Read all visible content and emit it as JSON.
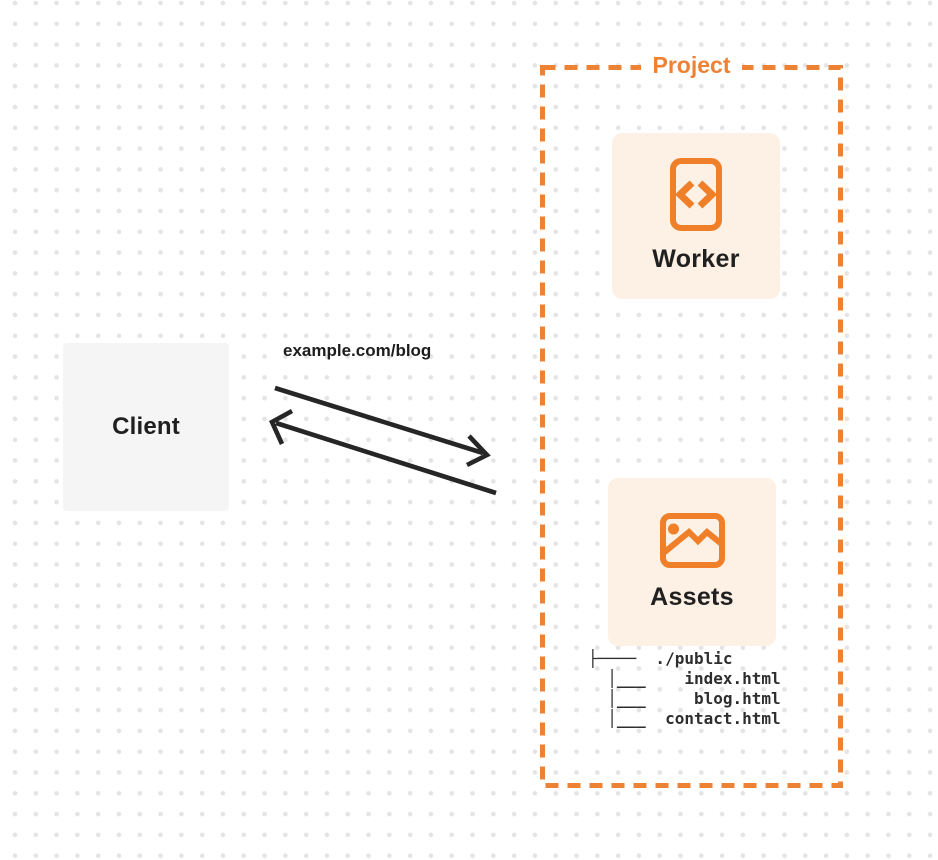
{
  "diagram": {
    "client": {
      "label": "Client"
    },
    "request": {
      "url_label": "example.com/blog"
    },
    "project": {
      "title": "Project",
      "worker": {
        "label": "Worker",
        "icon": "code-icon"
      },
      "assets": {
        "label": "Assets",
        "icon": "image-icon"
      },
      "file_tree": [
        "├────  ./public",
        "  │___    index.html",
        "  │___     blog.html",
        "  │___  contact.html"
      ]
    },
    "colors": {
      "accent_orange": "#ee8234",
      "card_background": "#fcf1e4",
      "client_background": "#f5f5f6",
      "arrow_black": "#262626",
      "text_dark": "#1f1f1f",
      "dot_grey": "#e4e4e7"
    }
  }
}
